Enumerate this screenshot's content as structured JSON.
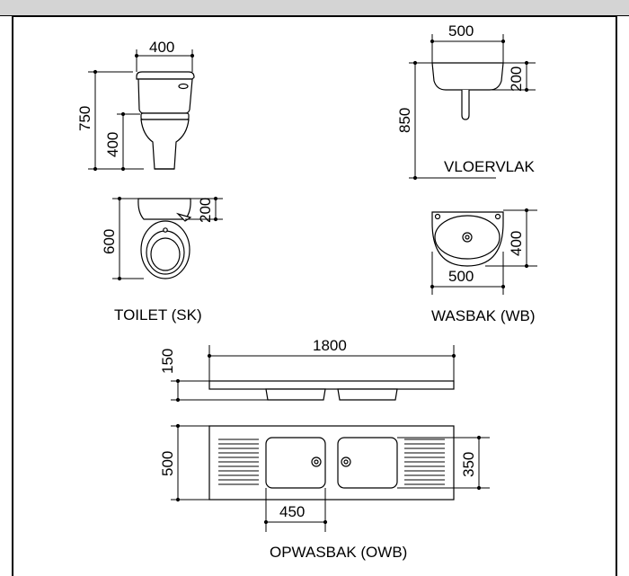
{
  "toilet": {
    "width_label": "400",
    "height_total_label": "750",
    "seat_height_label": "400",
    "plan_depth_label": "600",
    "cistern_depth_label": "200",
    "caption": "TOILET (SK)"
  },
  "washbasin": {
    "width_label": "500",
    "bowl_height_label": "200",
    "mount_height_label": "850",
    "floor_label": "VLOERVLAK",
    "plan_depth_label": "400",
    "plan_width_label": "500",
    "caption": "WASBAK (WB)"
  },
  "sink": {
    "length_label": "1800",
    "thickness_label": "150",
    "depth_label": "500",
    "bowl_depth_label": "350",
    "bowl_width_label": "450",
    "caption": "OPWASBAK (OWB)"
  }
}
